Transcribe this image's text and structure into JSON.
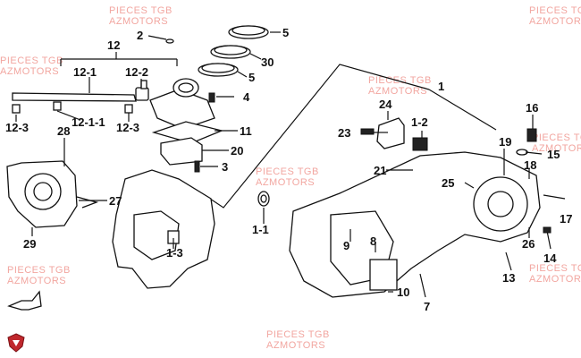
{
  "watermark": {
    "line1": "PIECES TGB",
    "line2": "AZMOTORS"
  },
  "callouts": {
    "c1": "1",
    "c1_1": "1-1",
    "c1_2": "1-2",
    "c1_3": "1-3",
    "c2": "2",
    "c3": "3",
    "c4": "4",
    "c5a": "5",
    "c5b": "5",
    "c7": "7",
    "c8": "8",
    "c9": "9",
    "c10": "10",
    "c11": "11",
    "c12": "12",
    "c12_1": "12-1",
    "c12_2": "12-2",
    "c12_3a": "12-3",
    "c12_3b": "12-3",
    "c12_1_1": "12-1-1",
    "c13": "13",
    "c14": "14",
    "c15": "15",
    "c16": "16",
    "c17": "17",
    "c18": "18",
    "c19": "19",
    "c20": "20",
    "c21": "21",
    "c23": "23",
    "c24": "24",
    "c25": "25",
    "c26": "26",
    "c27": "27",
    "c28": "28",
    "c29": "29",
    "c30": "30"
  },
  "logo": {
    "name": "shield-logo-icon",
    "color": "#c0282d"
  }
}
